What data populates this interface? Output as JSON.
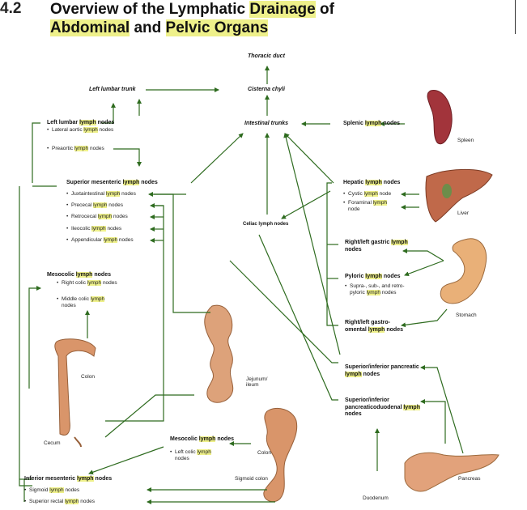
{
  "header": {
    "section": "4.2",
    "title_line1": [
      {
        "t": "Overview of the Lymphatic ",
        "h": false
      },
      {
        "t": "Drainage",
        "h": true
      },
      {
        "t": " of",
        "h": false
      }
    ],
    "title_line2": [
      {
        "t": "Abdominal",
        "h": true
      },
      {
        "t": " and ",
        "h": false
      },
      {
        "t": "Pelvic Organs",
        "h": true
      }
    ]
  },
  "nodes": {
    "thoracic_duct": "Thoracic duct",
    "cisterna_chyli": "Cisterna chyli",
    "left_lumbar_trunk": "Left lumbar trunk",
    "intestinal_trunks": "Intestinal trunks",
    "celiac": "Celiac lymph nodes",
    "left_lumbar_nodes": [
      {
        "t": "Left lumbar ",
        "h": false
      },
      {
        "t": "lymph",
        "h": true
      },
      {
        "t": " nodes",
        "h": false
      }
    ],
    "left_lumbar_items": [
      [
        {
          "t": "Lateral aortic ",
          "h": false
        },
        {
          "t": "lymph",
          "h": true
        },
        {
          "t": " nodes",
          "h": false
        }
      ],
      [
        {
          "t": "Preaortic ",
          "h": false
        },
        {
          "t": "lymph",
          "h": true
        },
        {
          "t": " nodes",
          "h": false
        }
      ]
    ],
    "splenic": [
      {
        "t": "Splenic ",
        "h": false
      },
      {
        "t": "lymph",
        "h": true
      },
      {
        "t": " nodes",
        "h": false
      }
    ],
    "sup_mes": [
      {
        "t": "Superior mesenteric ",
        "h": false
      },
      {
        "t": "lymph",
        "h": true
      },
      {
        "t": " nodes",
        "h": false
      }
    ],
    "sup_mes_items": [
      [
        {
          "t": "Juxtaintestinal ",
          "h": false
        },
        {
          "t": "lymph",
          "h": true
        },
        {
          "t": " nodes",
          "h": false
        }
      ],
      [
        {
          "t": "Prececal ",
          "h": false
        },
        {
          "t": "lymph",
          "h": true
        },
        {
          "t": " nodes",
          "h": false
        }
      ],
      [
        {
          "t": "Retrocecal ",
          "h": false
        },
        {
          "t": "lymph",
          "h": true
        },
        {
          "t": " nodes",
          "h": false
        }
      ],
      [
        {
          "t": "Ileocolic ",
          "h": false
        },
        {
          "t": "lymph",
          "h": true
        },
        {
          "t": " nodes",
          "h": false
        }
      ],
      [
        {
          "t": "Appendicular ",
          "h": false
        },
        {
          "t": "lymph",
          "h": true
        },
        {
          "t": " nodes",
          "h": false
        }
      ]
    ],
    "hepatic": [
      {
        "t": "Hepatic ",
        "h": false
      },
      {
        "t": "lymph",
        "h": true
      },
      {
        "t": " nodes",
        "h": false
      }
    ],
    "hepatic_items": [
      [
        {
          "t": "Cystic ",
          "h": false
        },
        {
          "t": "lymph",
          "h": true
        },
        {
          "t": " node",
          "h": false
        }
      ],
      [
        {
          "t": "Foraminal ",
          "h": false
        },
        {
          "t": "lymph",
          "h": true
        },
        {
          "t": " node",
          "h": false
        }
      ]
    ],
    "mesocolic_left": [
      {
        "t": "Mesocolic ",
        "h": false
      },
      {
        "t": "lymph",
        "h": true
      },
      {
        "t": " nodes",
        "h": false
      }
    ],
    "mesocolic_left_items": [
      [
        {
          "t": "Right colic ",
          "h": false
        },
        {
          "t": "lymph",
          "h": true
        },
        {
          "t": " nodes",
          "h": false
        }
      ],
      [
        {
          "t": "Middle colic ",
          "h": false
        },
        {
          "t": "lymph",
          "h": true
        },
        {
          "t": " nodes",
          "h": false
        }
      ]
    ],
    "gastric": [
      {
        "t": "Right/left gastric ",
        "h": false
      },
      {
        "t": "lymph",
        "h": true
      },
      {
        "t": " nodes",
        "h": false
      }
    ],
    "pyloric": [
      {
        "t": "Pyloric ",
        "h": false
      },
      {
        "t": "lymph",
        "h": true
      },
      {
        "t": " nodes",
        "h": false
      }
    ],
    "pyloric_items": [
      [
        {
          "t": "Supra-, sub-, and retro- pyloric ",
          "h": false
        },
        {
          "t": "lymph",
          "h": true
        },
        {
          "t": " nodes",
          "h": false
        }
      ]
    ],
    "gastroomental": [
      {
        "t": "Right/left gastro- omental ",
        "h": false
      },
      {
        "t": "lymph",
        "h": true
      },
      {
        "t": " nodes",
        "h": false
      }
    ],
    "pancreatic": [
      {
        "t": "Superior/inferior pancreatic ",
        "h": false
      },
      {
        "t": "lymph",
        "h": true
      },
      {
        "t": " nodes",
        "h": false
      }
    ],
    "pancreaticoduodenal": [
      {
        "t": "Superior/inferior pancreaticoduodenal ",
        "h": false
      },
      {
        "t": "lymph",
        "h": true
      },
      {
        "t": " nodes",
        "h": false
      }
    ],
    "mesocolic_bottom": [
      {
        "t": "Mesocolic ",
        "h": false
      },
      {
        "t": "lymph",
        "h": true
      },
      {
        "t": " nodes",
        "h": false
      }
    ],
    "mesocolic_bottom_items": [
      [
        {
          "t": "Left colic ",
          "h": false
        },
        {
          "t": "lymph",
          "h": true
        },
        {
          "t": " nodes",
          "h": false
        }
      ]
    ],
    "inf_mes": [
      {
        "t": "Inferior mesenteric ",
        "h": false
      },
      {
        "t": "lymph",
        "h": true
      },
      {
        "t": " nodes",
        "h": false
      }
    ],
    "inf_mes_items": [
      [
        {
          "t": "Sigmoid ",
          "h": false
        },
        {
          "t": "lymph",
          "h": true
        },
        {
          "t": " nodes",
          "h": false
        }
      ],
      [
        {
          "t": "Superior rectal ",
          "h": false
        },
        {
          "t": "lymph",
          "h": true
        },
        {
          "t": " nodes",
          "h": false
        }
      ]
    ]
  },
  "organs": {
    "spleen": "Spleen",
    "liver": "Liver",
    "stomach": "Stomach",
    "colon_left": "Colon",
    "cecum": "Cecum",
    "jejunum": "Jejunum/ ileum",
    "colon_bottom": "Colon",
    "sigmoid": "Sigmoid colon",
    "pancreas": "Pancreas",
    "duodenum": "Duodenum"
  },
  "colors": {
    "arrow": "#2e6b1f",
    "highlight": "#eef08a",
    "tissue": "#d9956a",
    "spleen": "#a2343b",
    "liver": "#c0694a"
  }
}
